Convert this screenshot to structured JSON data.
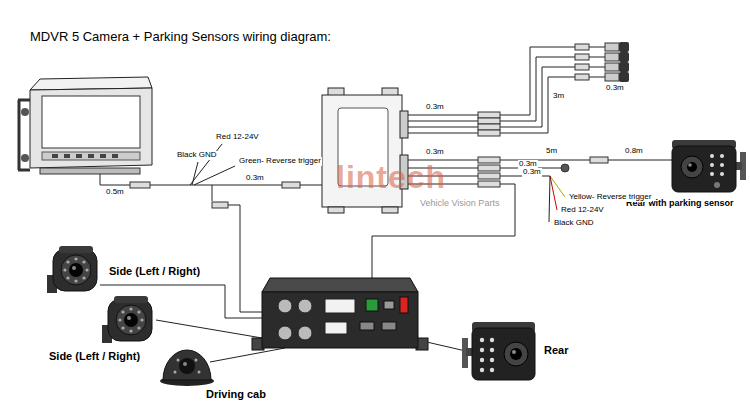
{
  "diagram": {
    "title": "MDVR 5 Camera + Parking Sensors wiring diagram:",
    "nodes": [
      {
        "text": [
          "Rear with parking sensor"
        ]
      },
      {
        "text": [
          "Side (Left / Right)"
        ]
      },
      {
        "text": [
          "Rear"
        ]
      },
      {
        "text": [
          "Side (Left / Right)"
        ]
      },
      {
        "text": [
          "Driving cab"
        ]
      }
    ],
    "labels": [
      "Red 12-24V",
      "Black GND",
      "Green- Reverse trigger",
      "0.5m",
      "0.3m",
      "0.3m",
      "3m",
      "0.3m",
      "0.3m",
      "5m",
      "0.8m",
      "0.3m",
      "0.3m",
      "Yellow- Reverse trigger",
      "Red 12-24V",
      "Black GND",
      "lintech",
      "Vehicle Vision Parts"
    ]
  }
}
